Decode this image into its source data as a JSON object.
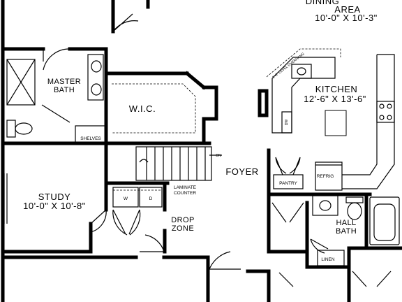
{
  "rooms": {
    "dining_name": "DINING",
    "dining_area": "AREA",
    "dining_dims": "10'-0\" X 10'-3\"",
    "master_bath_1": "MASTER",
    "master_bath_2": "BATH",
    "wic": "W.I.C.",
    "kitchen_name": "KITCHEN",
    "kitchen_dims": "12'-6\" X 13'-6\"",
    "foyer": "FOYER",
    "study_name": "STUDY",
    "study_dims": "10'-0\" X 10'-8\"",
    "drop_zone_1": "DROP",
    "drop_zone_2": "ZONE",
    "hall_bath_1": "HALL",
    "hall_bath_2": "BATH"
  },
  "fixtures": {
    "shelves": "SHELVES",
    "laminate_1": "LAMINATE",
    "laminate_2": "COUNTER",
    "washer": "W",
    "dryer": "D",
    "pantry": "PANTRY",
    "refrig": "REFRIG",
    "linen": "LINEN",
    "overhang": "1'-0\" LEVEL OVERHANG",
    "dw": "DW",
    "dn": "DN"
  }
}
